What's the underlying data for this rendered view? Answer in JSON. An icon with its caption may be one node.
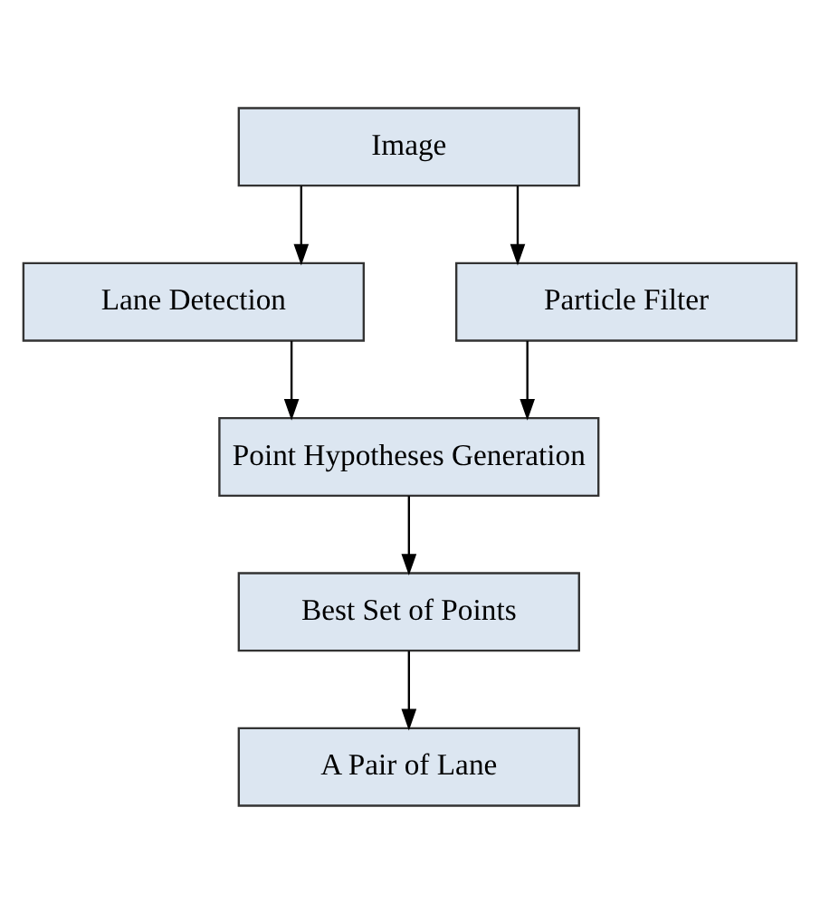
{
  "diagram": {
    "nodes": [
      {
        "text": [
          "Image"
        ]
      },
      {
        "text": [
          "Lane Detection"
        ]
      },
      {
        "text": [
          "Particle Filter"
        ]
      },
      {
        "text": [
          "Point Hypotheses Generation"
        ]
      },
      {
        "text": [
          "Best Set of Points"
        ]
      },
      {
        "text": [
          "A Pair of Lane"
        ]
      }
    ],
    "edges": [
      {
        "from": 0,
        "to": 1,
        "arrow": "to"
      },
      {
        "from": 0,
        "to": 2,
        "arrow": "to"
      },
      {
        "from": 1,
        "to": 3,
        "arrow": "to"
      },
      {
        "from": 2,
        "to": 3,
        "arrow": "to"
      },
      {
        "from": 3,
        "to": 4,
        "arrow": "to"
      },
      {
        "from": 4,
        "to": 5,
        "arrow": "to"
      }
    ]
  }
}
